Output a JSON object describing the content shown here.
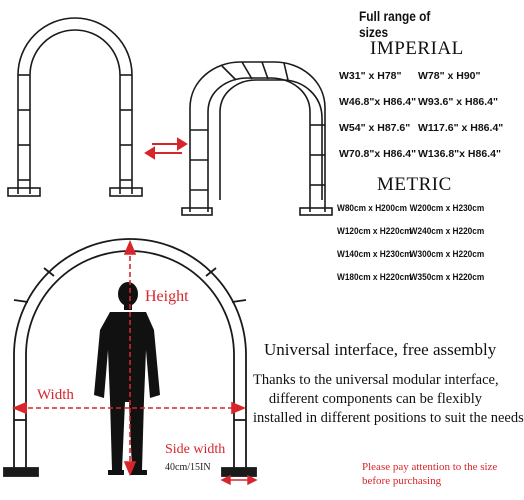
{
  "title": "Full range of sizes",
  "imperial": {
    "heading": "IMPERIAL",
    "sizes": [
      "W31\" x H78\"",
      "W78\" x H90\"",
      "W46.8\"x H86.4\"",
      "W93.6\" x H86.4\"",
      "W54\" x H87.6\"",
      "W117.6\" x H86.4\"",
      "W70.8\"x H86.4\"",
      "W136.8\"x H86.4\""
    ]
  },
  "metric": {
    "heading": "METRIC",
    "sizes": [
      "W80cm x H200cm",
      "W200cm x H230cm",
      "W120cm x H220cm",
      "W240cm x H220cm",
      "W140cm x H230cm",
      "W300cm x H220cm",
      "W180cm x H220cm",
      "W350cm x H220cm"
    ]
  },
  "labels": {
    "height": "Height",
    "width": "Width",
    "side_width": "Side width",
    "side_width_value": "40cm/15IN"
  },
  "feature": {
    "headline": "Universal interface, free assembly",
    "lines": [
      "Thanks to the universal modular interface,",
      "different components can be flexibly",
      "installed in different positions to suit the needs"
    ]
  },
  "notice": "Please pay attention to the size before purchasing",
  "colors": {
    "accent": "#d6262b",
    "frame": "#1a1a1a"
  }
}
